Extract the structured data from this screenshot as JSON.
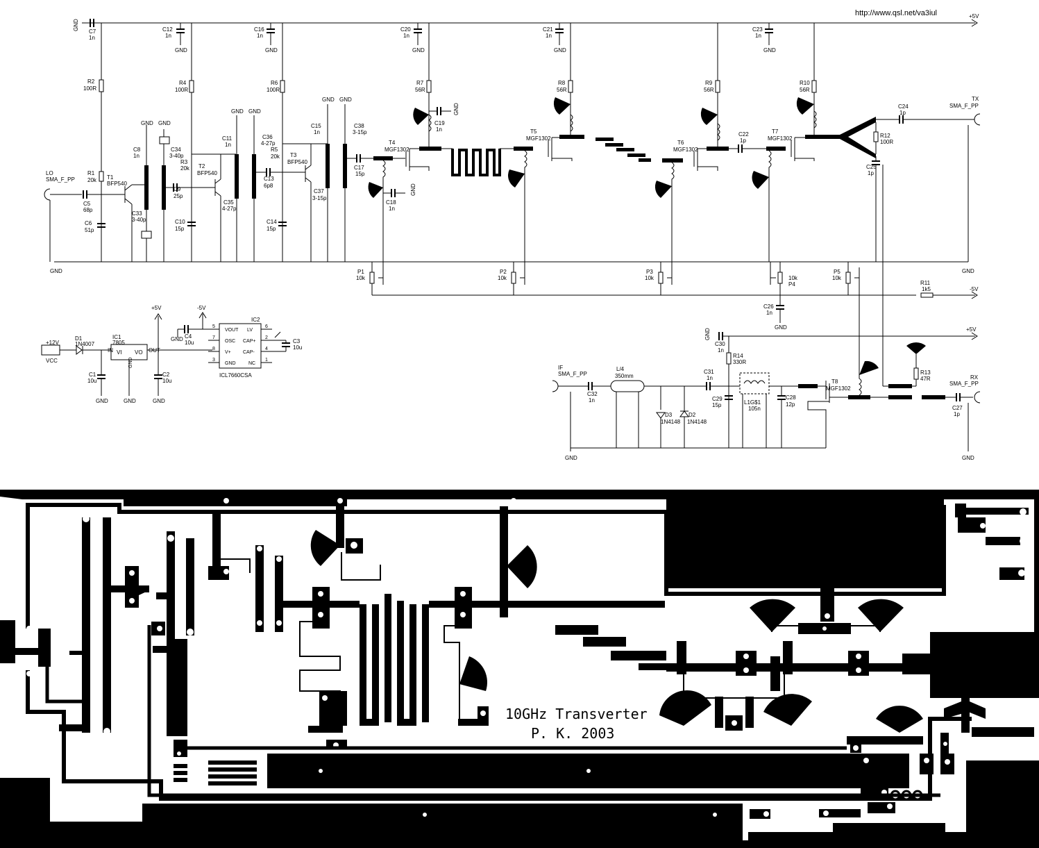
{
  "url": "http://www.qsl.net/va3iul",
  "rails": {
    "p5v": "+5V",
    "m5v": "-5V",
    "gnd": "GND",
    "p12v": "+12V",
    "vcc": "VCC"
  },
  "connectors": {
    "lo": {
      "name": "LO",
      "type": "SMA_F_PP"
    },
    "tx": {
      "name": "TX",
      "type": "SMA_F_PP"
    },
    "if": {
      "name": "IF",
      "type": "SMA_F_PP"
    },
    "rx": {
      "name": "RX",
      "type": "SMA_F_PP"
    }
  },
  "transistors": [
    {
      "ref": "T1",
      "part": "BFP540"
    },
    {
      "ref": "T2",
      "part": "BFP540"
    },
    {
      "ref": "T3",
      "part": "BFP540"
    },
    {
      "ref": "T4",
      "part": "MGF1302"
    },
    {
      "ref": "T5",
      "part": "MGF1302"
    },
    {
      "ref": "T6",
      "part": "MGF1302"
    },
    {
      "ref": "T7",
      "part": "MGF1302"
    },
    {
      "ref": "T8",
      "part": "MGF1302"
    }
  ],
  "resistors": [
    {
      "ref": "R1",
      "value": "20k"
    },
    {
      "ref": "R2",
      "value": "100R"
    },
    {
      "ref": "R3",
      "value": "20k"
    },
    {
      "ref": "R4",
      "value": "100R"
    },
    {
      "ref": "R5",
      "value": "20k"
    },
    {
      "ref": "R6",
      "value": "100R"
    },
    {
      "ref": "R7",
      "value": "56R"
    },
    {
      "ref": "R8",
      "value": "56R"
    },
    {
      "ref": "R9",
      "value": "56R"
    },
    {
      "ref": "R10",
      "value": "56R"
    },
    {
      "ref": "R11",
      "value": "1k5"
    },
    {
      "ref": "R12",
      "value": "100R"
    },
    {
      "ref": "R13",
      "value": "47R"
    },
    {
      "ref": "R14",
      "value": "330R"
    }
  ],
  "capacitors": [
    {
      "ref": "C1",
      "value": "10u"
    },
    {
      "ref": "C2",
      "value": "10u"
    },
    {
      "ref": "C3",
      "value": "10u"
    },
    {
      "ref": "C4",
      "value": "10u"
    },
    {
      "ref": "C5",
      "value": "68p"
    },
    {
      "ref": "C6",
      "value": "51p"
    },
    {
      "ref": "C7",
      "value": "1n"
    },
    {
      "ref": "C8",
      "value": "1n"
    },
    {
      "ref": "C9",
      "value": "25p"
    },
    {
      "ref": "C10",
      "value": "15p"
    },
    {
      "ref": "C11",
      "value": "1n"
    },
    {
      "ref": "C12",
      "value": "1n"
    },
    {
      "ref": "C13",
      "value": "6p8"
    },
    {
      "ref": "C14",
      "value": "15p"
    },
    {
      "ref": "C15",
      "value": "1n"
    },
    {
      "ref": "C16",
      "value": "1n"
    },
    {
      "ref": "C17",
      "value": "15p"
    },
    {
      "ref": "C18",
      "value": "1n"
    },
    {
      "ref": "C19",
      "value": "1n"
    },
    {
      "ref": "C20",
      "value": "1n"
    },
    {
      "ref": "C21",
      "value": "1n"
    },
    {
      "ref": "C22",
      "value": "1p"
    },
    {
      "ref": "C23",
      "value": "1n"
    },
    {
      "ref": "C24",
      "value": "1p"
    },
    {
      "ref": "C25",
      "value": "1p"
    },
    {
      "ref": "C26",
      "value": "1n"
    },
    {
      "ref": "C27",
      "value": "1p"
    },
    {
      "ref": "C28",
      "value": "12p"
    },
    {
      "ref": "C29",
      "value": "15p"
    },
    {
      "ref": "C30",
      "value": "1n"
    },
    {
      "ref": "C31",
      "value": "1n"
    },
    {
      "ref": "C32",
      "value": "1n"
    },
    {
      "ref": "C33",
      "value": "3-40p"
    },
    {
      "ref": "C34",
      "value": "3-40p"
    },
    {
      "ref": "C35",
      "value": "4-27p"
    },
    {
      "ref": "C36",
      "value": "4-27p"
    },
    {
      "ref": "C37",
      "value": "3-15p"
    },
    {
      "ref": "C38",
      "value": "3-15p"
    }
  ],
  "pots": [
    {
      "ref": "P1",
      "value": "10k"
    },
    {
      "ref": "P2",
      "value": "10k"
    },
    {
      "ref": "P3",
      "value": "10k"
    },
    {
      "ref": "P4",
      "value": "10k"
    },
    {
      "ref": "P5",
      "value": "10k"
    }
  ],
  "diodes": [
    {
      "ref": "D1",
      "part": "1N4007"
    },
    {
      "ref": "D2",
      "part": "1N4148"
    },
    {
      "ref": "D3",
      "part": "1N4148"
    }
  ],
  "ic1": {
    "ref": "IC1",
    "part": "7805",
    "pin_in": "IN",
    "pin_out": "OUT",
    "pin_vi": "VI",
    "pin_vo": "VO",
    "pin_gnd": "GND"
  },
  "ic2": {
    "ref": "IC2",
    "part": "ICL7660CSA",
    "pins": [
      {
        "num": "5",
        "name": "VOUT"
      },
      {
        "num": "7",
        "name": "OSC"
      },
      {
        "num": "8",
        "name": "V+"
      },
      {
        "num": "3",
        "name": "GND"
      },
      {
        "num": "6",
        "name": "LV"
      },
      {
        "num": "2",
        "name": "CAP+"
      },
      {
        "num": "4",
        "name": "CAP-"
      },
      {
        "num": "1",
        "name": "NC"
      }
    ]
  },
  "misc": {
    "coax_ref": "L/4",
    "coax_len": "350mm",
    "filter_ref": "L1G$1",
    "filter_val": "105n"
  },
  "pcb": {
    "title_line1": "10GHz Transverter",
    "title_line2": "P. K. 2003"
  }
}
